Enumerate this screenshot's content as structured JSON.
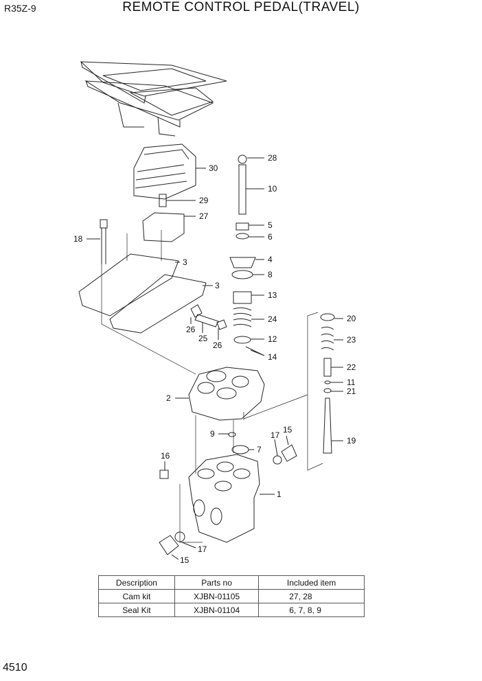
{
  "header": {
    "model": "R35Z-9",
    "title": "REMOTE CONTROL PEDAL(TRAVEL)"
  },
  "footer": {
    "page_number": "4510"
  },
  "callouts": [
    "28",
    "10",
    "5",
    "6",
    "4",
    "8",
    "13",
    "24",
    "12",
    "14",
    "20",
    "23",
    "22",
    "11",
    "21",
    "19",
    "30",
    "29",
    "27",
    "18",
    "3",
    "3",
    "26",
    "25",
    "26",
    "2",
    "9",
    "7",
    "17",
    "15",
    "16",
    "1",
    "17",
    "15"
  ],
  "kits_table": {
    "headers": [
      "Description",
      "Parts no",
      "Included item"
    ],
    "rows": [
      [
        "Cam kit",
        "XJBN-01105",
        "27, 28"
      ],
      [
        "Seal Kit",
        "XJBN-01104",
        "6, 7, 8, 9"
      ]
    ]
  }
}
